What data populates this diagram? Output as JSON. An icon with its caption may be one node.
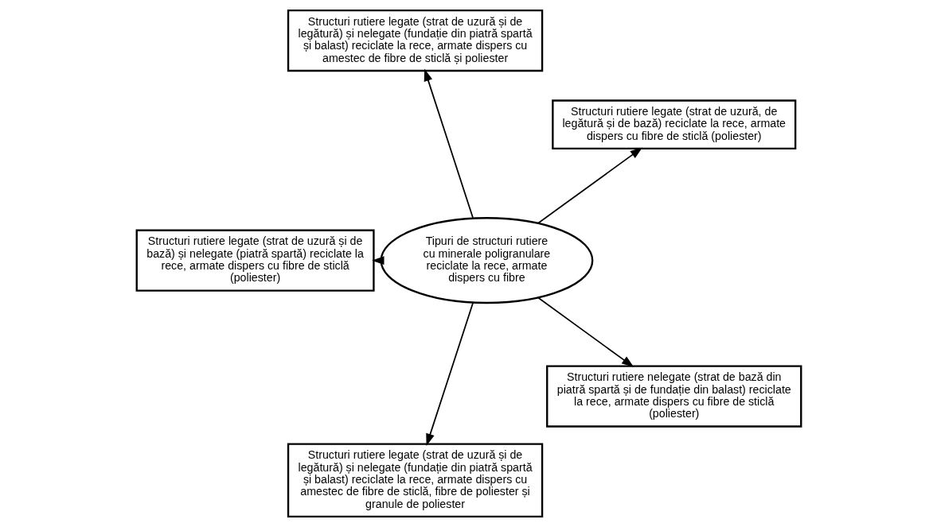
{
  "diagram": {
    "nodes": [
      {
        "text": [
          "Tipuri de structuri rutiere cu minerale poligranulare reciclate la rece, armate dispers cu fibre"
        ]
      },
      {
        "text": [
          "Structuri rutiere legate (strat de uzură, de legătură și de bază) reciclate la rece, armate dispers cu fibre de sticlă (poliester)"
        ]
      },
      {
        "text": [
          "Structuri rutiere legate (strat de uzură și de legătură) și nelegate (fundație din piatră spartă și balast) reciclate la rece, armate dispers cu amestec de fibre de sticlă și poliester"
        ]
      },
      {
        "text": [
          "Structuri rutiere legate (strat de uzură și de bază) și nelegate (piatră spartă) reciclate la rece, armate dispers cu fibre de sticlă (poliester)"
        ]
      },
      {
        "text": [
          "Structuri rutiere legate (strat de uzură și de legătură) și nelegate (fundație din piatră spartă și balast) reciclate la rece, armate dispers cu amestec de fibre de sticlă, fibre de poliester și granule de poliester"
        ]
      },
      {
        "text": [
          "Structuri rutiere nelegate (strat de bază din piatră spartă și de fundație din balast) reciclate la rece, armate dispers cu fibre de sticlă (poliester)"
        ]
      }
    ],
    "edges": [
      {
        "from": 0,
        "to": 1,
        "arrow": "to"
      },
      {
        "from": 0,
        "to": 2,
        "arrow": "to"
      },
      {
        "from": 0,
        "to": 3,
        "arrow": "to"
      },
      {
        "from": 0,
        "to": 4,
        "arrow": "to"
      },
      {
        "from": 0,
        "to": 5,
        "arrow": "to"
      }
    ]
  }
}
